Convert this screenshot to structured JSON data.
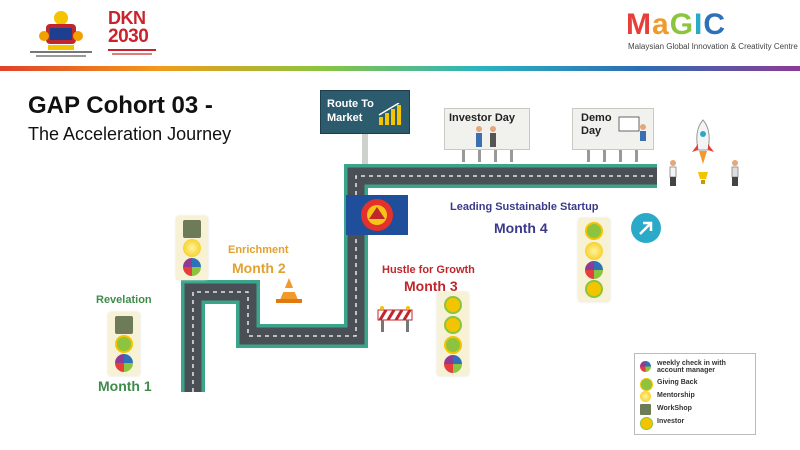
{
  "header": {
    "dkn_title": "DKN",
    "dkn_year": "2030",
    "magic_logo": {
      "letters": [
        "M",
        "a",
        "G",
        "I",
        "C"
      ],
      "colors": [
        "#e63e3a",
        "#f19a2b",
        "#8cc440",
        "#2aaac8",
        "#2d72b8"
      ]
    },
    "magic_subtitle": "Malaysian Global Innovation & Creativity Centre"
  },
  "slide": {
    "title": "GAP Cohort 03 -",
    "subtitle": "The Acceleration Journey"
  },
  "milestones": {
    "revelation": "Revelation",
    "month1": "Month 1",
    "enrichment": "Enrichment",
    "month2": "Month 2",
    "hustle": "Hustle for Growth",
    "month3": "Month 3",
    "leading": "Leading Sustainable Startup",
    "month4": "Month 4"
  },
  "billboards": {
    "route_to_market_line1": "Route To",
    "route_to_market_line2": "Market",
    "investor_day": "Investor Day",
    "demo_day_line1": "Demo",
    "demo_day_line2": "Day"
  },
  "legend": {
    "items": [
      {
        "icon": "globe-icon",
        "label": "weekly check in with account manager"
      },
      {
        "icon": "giving-back-icon",
        "label": "Giving Back"
      },
      {
        "icon": "mentorship-icon",
        "label": "Mentorship"
      },
      {
        "icon": "workshop-icon",
        "label": "WorkShop"
      },
      {
        "icon": "investor-icon",
        "label": "Investor"
      }
    ]
  },
  "colors": {
    "road": "#4a4f55",
    "road_border": "#3aa58a",
    "month_green": "#3f8c4a",
    "month_orange": "#e3a12f",
    "month_red": "#c0262b",
    "month_purple": "#3b3a8a"
  }
}
